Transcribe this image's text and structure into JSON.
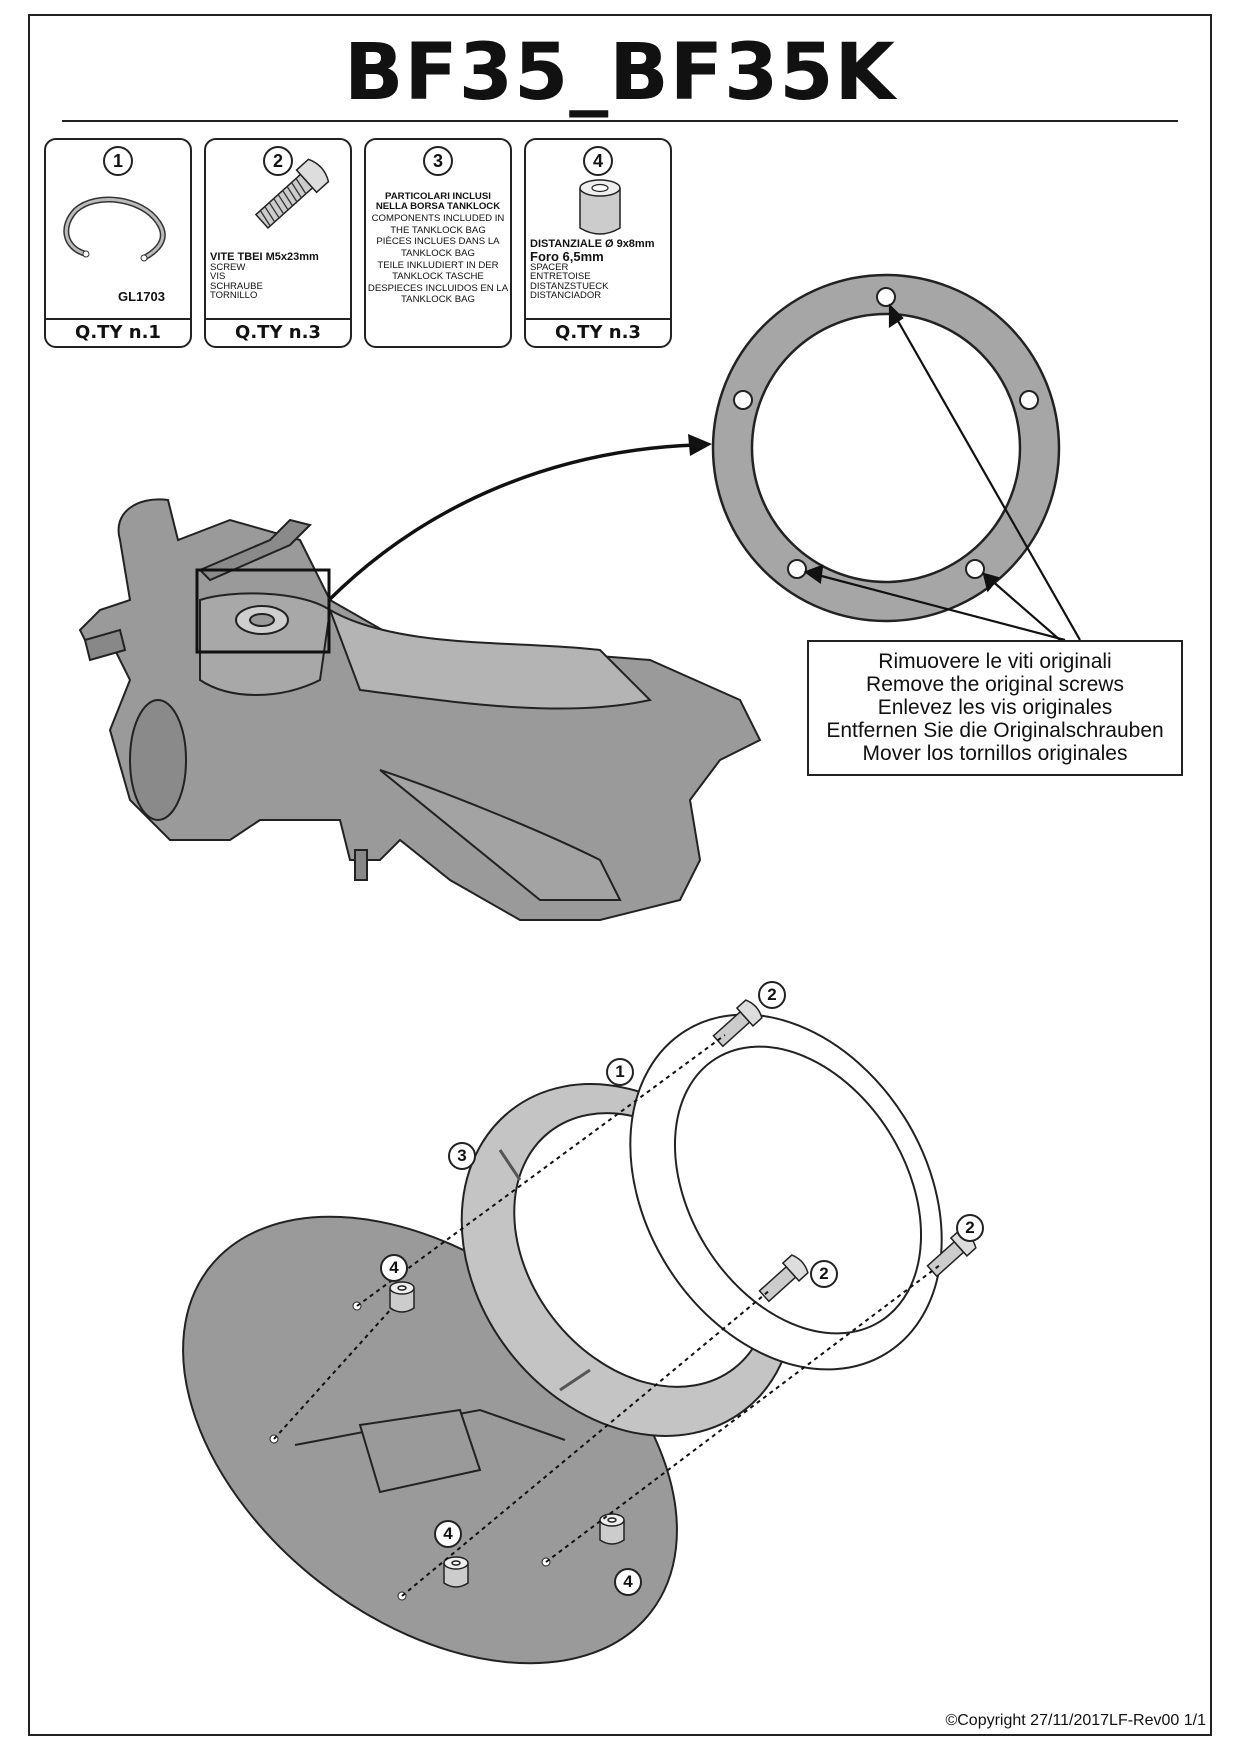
{
  "title": "BF35_BF35K",
  "parts": [
    {
      "number": "1",
      "code": "GL1703",
      "qty": "Q.TY n.1",
      "icon": "flange-ring-icon"
    },
    {
      "number": "2",
      "lines": [
        "VITE TBEI M5x23mm",
        "SCREW",
        "VIS",
        "SCHRAUBE",
        "TORNILLO"
      ],
      "qty": "Q.TY n.3",
      "icon": "screw-icon"
    },
    {
      "number": "3",
      "lines": [
        "PARTICOLARI INCLUSI",
        "NELLA BORSA TANKLOCK",
        "COMPONENTS INCLUDED IN",
        "THE TANKLOCK BAG",
        "PIÈCES INCLUES DANS LA",
        "TANKLOCK BAG",
        "TEILE INKLUDIERT IN DER",
        "TANKLOCK TASCHE",
        "DESPIECES INCLUIDOS EN LA",
        "TANKLOCK BAG"
      ]
    },
    {
      "number": "4",
      "lines": [
        "DISTANZIALE Ø 9x8mm",
        "Foro 6,5mm",
        "SPACER",
        "ENTRETOISE",
        "DISTANZSTUECK",
        "DISTANCIADOR"
      ],
      "qty": "Q.TY n.3",
      "icon": "spacer-icon"
    }
  ],
  "instruction": {
    "lines": [
      "Rimuovere le viti originali",
      "Remove the original screws",
      "Enlevez  les vis originales",
      "Entfernen Sie die Originalschrauben",
      "Mover los tornillos originales"
    ]
  },
  "callouts": {
    "one": "1",
    "two": "2",
    "three": "3",
    "four": "4"
  },
  "copyright": "©Copyright 27/11/2017LF-Rev00 1/1"
}
